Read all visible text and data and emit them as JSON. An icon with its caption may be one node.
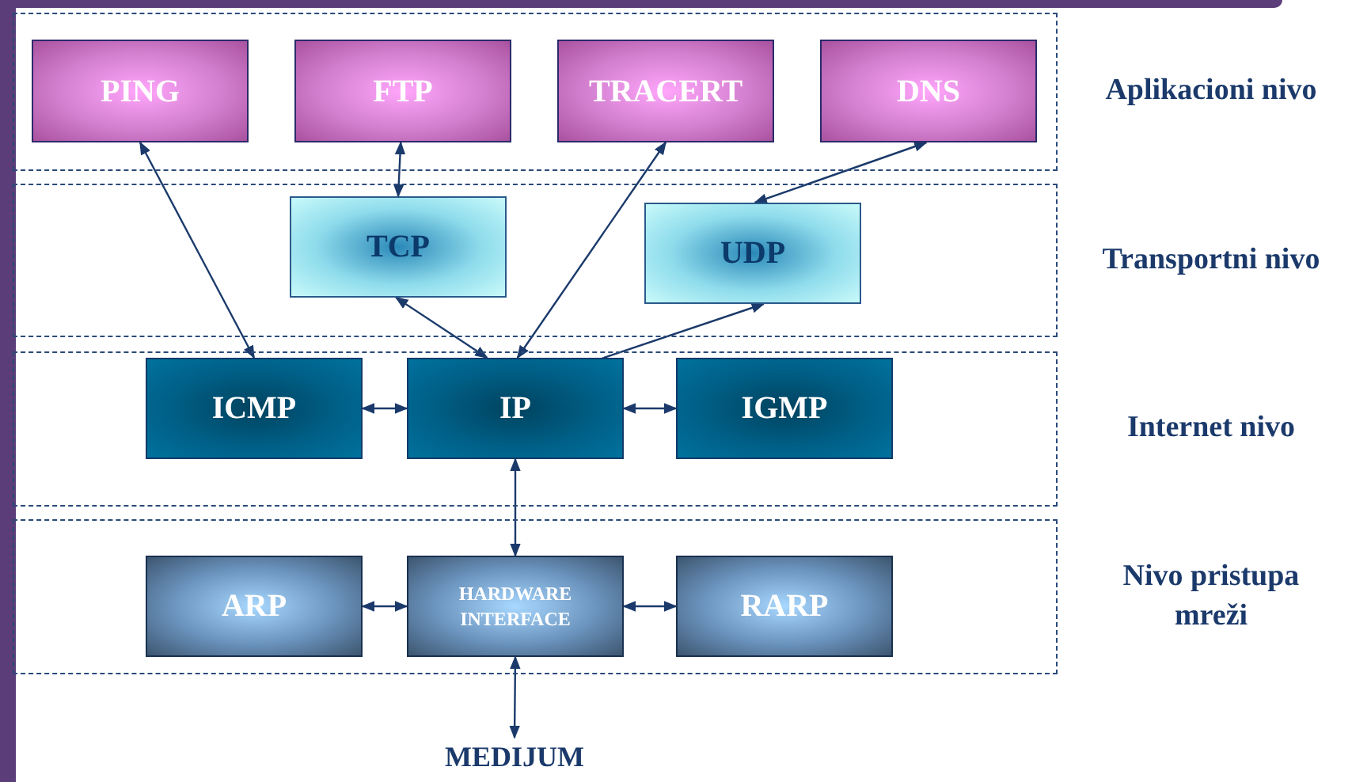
{
  "diagram": {
    "nodes": [
      {
        "text": [
          "Aplikacioni nivo"
        ]
      },
      {
        "text": [
          "PING"
        ],
        "in": 0
      },
      {
        "text": [
          "FTP"
        ],
        "in": 0
      },
      {
        "text": [
          "TRACERT"
        ],
        "in": 0
      },
      {
        "text": [
          "DNS"
        ],
        "in": 0
      },
      {
        "text": [
          "Transportni nivo"
        ]
      },
      {
        "text": [
          "TCP"
        ],
        "in": 5
      },
      {
        "text": [
          "UDP"
        ],
        "in": 5
      },
      {
        "text": [
          "Internet nivo"
        ]
      },
      {
        "text": [
          "ICMP"
        ],
        "in": 8
      },
      {
        "text": [
          "IP"
        ],
        "in": 8
      },
      {
        "text": [
          "IGMP"
        ],
        "in": 8
      },
      {
        "text": [
          "Nivo pristupa mreži"
        ]
      },
      {
        "text": [
          "ARP"
        ],
        "in": 12
      },
      {
        "text": [
          "HARDWARE INTERFACE"
        ],
        "in": 12
      },
      {
        "text": [
          "RARP"
        ],
        "in": 12
      },
      {
        "text": [
          "MEDIJUM"
        ]
      }
    ],
    "edges": [
      {
        "from": 1,
        "to": 9,
        "arrow": "both"
      },
      {
        "from": 2,
        "to": 6,
        "arrow": "both"
      },
      {
        "from": 3,
        "to": 10,
        "arrow": "both"
      },
      {
        "from": 4,
        "to": 7,
        "arrow": "both"
      },
      {
        "from": 6,
        "to": 10,
        "arrow": "both"
      },
      {
        "from": 10,
        "to": 7,
        "arrow": "both"
      },
      {
        "from": 9,
        "to": 10,
        "arrow": "both"
      },
      {
        "from": 10,
        "to": 11,
        "arrow": "both"
      },
      {
        "from": 10,
        "to": 14,
        "arrow": "both"
      },
      {
        "from": 13,
        "to": 14,
        "arrow": "both"
      },
      {
        "from": 14,
        "to": 15,
        "arrow": "both"
      },
      {
        "from": 14,
        "to": 16,
        "arrow": "both"
      }
    ]
  }
}
